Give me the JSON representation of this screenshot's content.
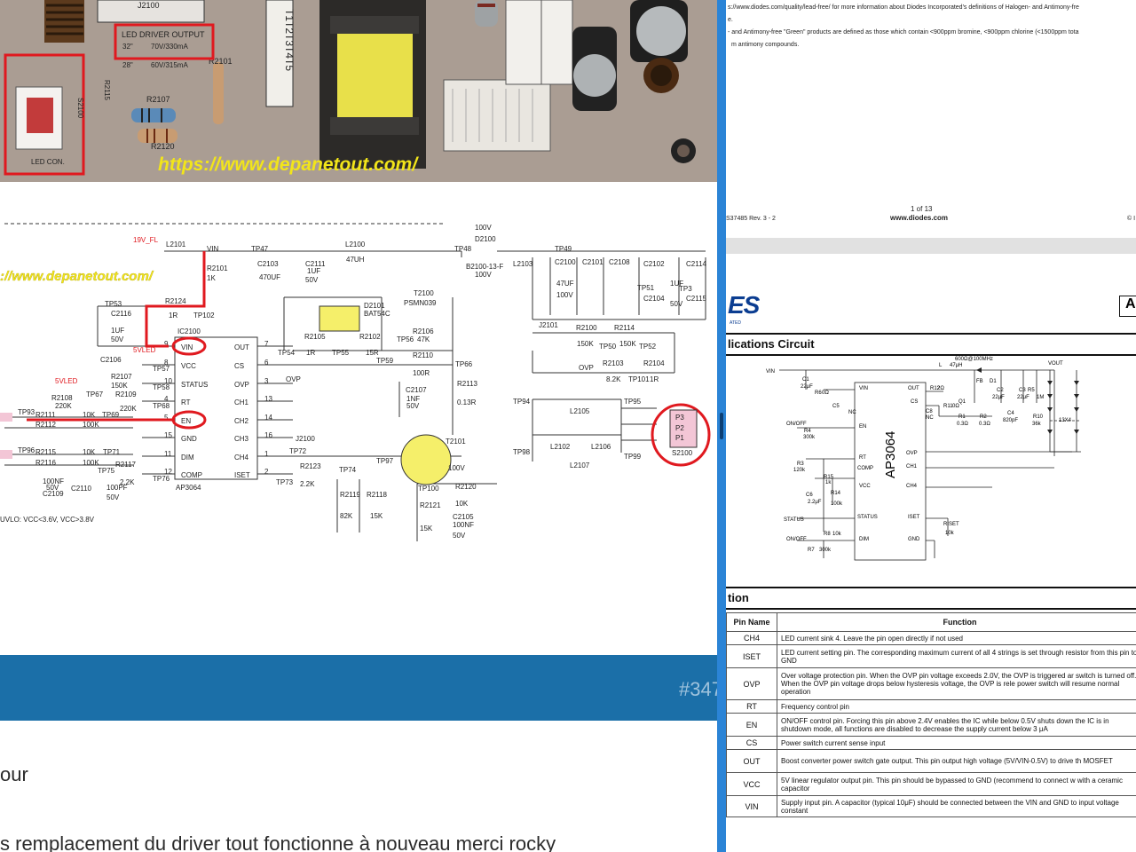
{
  "photo": {
    "labels": {
      "j2100": "J2100",
      "led_driver_output": "LED DRIVER OUTPUT",
      "row1_size": "32\"",
      "row1_val": "70V/330mA",
      "row2_size": "28\"",
      "row2_val": "60V/315mA",
      "led_con": "LED CON.",
      "s2100": "S2100",
      "r2107": "R2107",
      "r2120": "R2120",
      "r2101": "R2101",
      "r2115": "R2115",
      "t_labels": "T1T2T3T4T5",
      "watermark": "https://www.depanetout.com/"
    }
  },
  "schematic": {
    "watermark": "://www.depanetout.com/",
    "ic_name": "IC2100",
    "ic_part": "AP3064",
    "pins_left": [
      {
        "name": "VIN",
        "num": "9"
      },
      {
        "name": "VCC",
        "num": "8"
      },
      {
        "name": "STATUS",
        "num": "10"
      },
      {
        "name": "RT",
        "num": "4"
      },
      {
        "name": "EN",
        "num": "5"
      },
      {
        "name": "GND",
        "num": "15"
      },
      {
        "name": "DIM",
        "num": "11"
      },
      {
        "name": "COMP",
        "num": "12"
      }
    ],
    "pins_right": [
      {
        "name": "OUT",
        "num": "7"
      },
      {
        "name": "CS",
        "num": "6"
      },
      {
        "name": "OVP",
        "num": "3"
      },
      {
        "name": "CH1",
        "num": "13"
      },
      {
        "name": "CH2",
        "num": "14"
      },
      {
        "name": "CH3",
        "num": "16"
      },
      {
        "name": "CH4",
        "num": "1"
      },
      {
        "name": "ISET",
        "num": "2"
      }
    ],
    "labels": {
      "v19": "19V_FL",
      "l2101": "L2101",
      "vin": "VIN",
      "tp47": "TP47",
      "c2103": "C2103",
      "c2103v": "470UF",
      "c2111": "C2111",
      "c2111v": "1UF",
      "c2111v2": "50V",
      "l2100": "L2100",
      "l2100v": "47UH",
      "tp48": "TP48",
      "d2100": "D2100",
      "b2100": "B2100-13-F",
      "v100": "100V",
      "l2103": "L2103",
      "tp49": "TP49",
      "r2101": "R2101",
      "r2101v": "1K",
      "r2124": "R2124",
      "r2124v": "1R",
      "tp102": "TP102",
      "tp53": "TP53",
      "c2116": "C2116",
      "c2116v": "1UF",
      "c2116v2": "50V",
      "led5": "5VLED",
      "led5b": "5VLED",
      "c2106": "C2106",
      "r2107": "R2107",
      "r2107v": "150K",
      "tp57": "TP57",
      "tp58": "TP58",
      "r2108": "R2108",
      "r2108v": "220K",
      "tp67": "TP67",
      "r2109": "R2109",
      "r2109v": "220K",
      "tp68": "TP68",
      "tp93": "TP93",
      "r2111": "R2111",
      "r2111v": "10K",
      "tp69": "TP69",
      "r2112": "R2112",
      "r2112v": "100K",
      "tp96": "TP96",
      "r2115": "R2115",
      "r2115v": "10K",
      "tp71": "TP71",
      "r2116": "R2116",
      "r2116v": "100K",
      "tp75": "TP75",
      "r2117": "R2117",
      "r2117v": "2.2K",
      "tp76": "TP76",
      "c2109": "C2109",
      "c2109v": "100NF",
      "c2109v2": "50V",
      "c2110": "C2110",
      "c2110v": "100PF",
      "c2110v2": "50V",
      "uvlo": "UVLO: VCC<3.6V, VCC>3.8V",
      "d2101": "D2101",
      "bat54c": "BAT54C",
      "r2105": "R2105",
      "r2105v": "1R",
      "tp54": "TP54",
      "tp55": "TP55",
      "r2102": "R2102",
      "r2102v": "15R",
      "tp56": "TP56",
      "r2106": "R2106",
      "r2106v": "47K",
      "tp59": "TP59",
      "r2110": "R2110",
      "r2110v": "100R",
      "tp66": "TP66",
      "r2113": "R2113",
      "r2113v": "0.13R",
      "c2107": "C2107",
      "c2107v": "1NF",
      "c2107v2": "50V",
      "ovp": "OVP",
      "t2100": "T2100",
      "psmn": "PSMN039",
      "j2100": "J2100",
      "tp72": "TP72",
      "tp97": "TP97",
      "r2123": "R2123",
      "r2123v": "2.2K",
      "tp73": "TP73",
      "tp74": "TP74",
      "r2119": "R2119",
      "r2119v": "82K",
      "r2118": "R2118",
      "r2118v": "15K",
      "t2101": "T2101",
      "t2101v": "100V",
      "tp100": "TP100",
      "r2120": "R2120",
      "r2120v": "10K",
      "r2121": "R2121",
      "r2121v": "15K",
      "c2105": "C2105",
      "c2105v": "100NF",
      "c2105v2": "50V",
      "c2100": "C2100",
      "c2101": "C2101",
      "c2108": "C2108",
      "cap47": "47UF",
      "c2102": "C2102",
      "c2114": "C2114",
      "c2104": "C2104",
      "c2115": "C2115",
      "tp51": "TP51",
      "tp3": "TP3",
      "j2101": "J2101",
      "r2100": "R2100",
      "r2100v": "150K",
      "tp50": "TP50",
      "r2114": "R2114",
      "r2114v": "150K",
      "tp52": "TP52",
      "r2103": "R2103",
      "r2103v": "8.2K",
      "tp101": "TP101",
      "r2104": "R2104",
      "r2104v": "1R",
      "tp94": "TP94",
      "l2105": "L2105",
      "tp95": "TP95",
      "tp98": "TP98",
      "l2102": "L2102",
      "l2106": "L2106",
      "tp99": "TP99",
      "l2107": "L2107",
      "p3": "P3",
      "p2": "P2",
      "p1": "P1",
      "s2100": "S2100",
      "pin10": "10",
      "pin13": "13",
      "pin14": "14",
      "pin16": "16",
      "pin1": "1",
      "pin2": "2",
      "d2100v": "100V",
      "n1uf": "1UF",
      "n50v": "50V",
      "n100v": "100V"
    }
  },
  "banner": {
    "number": "#347"
  },
  "comment": {
    "line1": "our",
    "line2": "s remplacement du driver tout fonctionne à nouveau merci rocky"
  },
  "pdf": {
    "header_line1": "s://www.diodes.com/quality/lead-free/ for more information about Diodes Incorporated's definitions of Halogen- and Antimony-fre",
    "header_line2": "e.",
    "header_line3": "- and Antimony-free \"Green\" products are defined as those which contain <900ppm bromine, <900ppm chlorine (<1500ppm tota",
    "header_line4": "m antimony compounds.",
    "page_number": "1 of 13",
    "website": "www.diodes.com",
    "doc_id": "S37485  Rev. 3 - 2",
    "copyright_glyph": "© I",
    "logo": "ES",
    "logo_sub": "ATED",
    "corner_letter": "A",
    "section_app": "lications Circuit",
    "section_func": "tion",
    "table_headers": {
      "pin": "Pin Name",
      "func": "Function"
    },
    "pins": [
      {
        "name": "CH4",
        "func": "LED current sink 4. Leave the pin open directly if not used"
      },
      {
        "name": "ISET",
        "func": "LED current setting pin. The corresponding maximum current of all 4 strings is set through resistor from this pin to GND"
      },
      {
        "name": "OVP",
        "func": "Over voltage protection pin. When the OVP pin voltage exceeds 2.0V, the OVP is triggered ar switch is turned off. When the OVP pin voltage drops below hysteresis voltage, the OVP is rele power switch will resume normal operation"
      },
      {
        "name": "RT",
        "func": "Frequency control pin"
      },
      {
        "name": "EN",
        "func": "ON/OFF control pin. Forcing this pin above 2.4V enables the IC while below 0.5V shuts down the IC is in shutdown mode, all functions are disabled to decrease the supply current below 3 μA"
      },
      {
        "name": "CS",
        "func": "Power switch current sense input"
      },
      {
        "name": "OUT",
        "func": "Boost converter power switch gate output. This pin output high voltage (5V/VIN-0.5V) to drive th MOSFET"
      },
      {
        "name": "VCC",
        "func": "5V linear regulator output pin. This pin should be bypassed to GND (recommend to connect w with a ceramic capacitor"
      },
      {
        "name": "VIN",
        "func": "Supply input pin. A capacitor (typical 10μF) should be connected between the VIN and GND to input voltage constant"
      }
    ],
    "app": {
      "ic": "AP3064",
      "vin": "VIN",
      "vout": "VOUT",
      "l": "L",
      "l_val": "47μH",
      "fb": "600Ω@100MHz",
      "fb2": "FB",
      "d1": "D1",
      "q1": "Q1",
      "c1": "C1",
      "c1v": "22μF",
      "r6": "R6",
      "r6v": "0Ω",
      "c5": "C5",
      "nc": "NC",
      "onoff": "ON/OFF",
      "r4": "R4",
      "r4v": "300k",
      "r3": "R3",
      "r3v": "120k",
      "r15": "R15",
      "r15v": "1k",
      "c6": "C6",
      "c6v": "2.2μF",
      "r14": "R14",
      "r14v": "100k",
      "status": "STATUS",
      "r8": "R8",
      "r8v": "10k",
      "r7": "R7",
      "r7v": "300k",
      "c2": "C2",
      "c2v": "22μF",
      "c3": "C3",
      "c3v": "22μF",
      "r5": "R5",
      "r5v": "1M",
      "c4": "C4",
      "c4v": "820pF",
      "r12": "R12",
      "r12v": "2Ω",
      "r11": "R11",
      "r11v": "0Ω",
      "r1": "R1",
      "r1v": "0.3Ω",
      "r2": "R2",
      "r2v": "0.3Ω",
      "nc2": "NC",
      "c8": "C8",
      "r10": "R10",
      "r10v": "36k",
      "riset": "RISET",
      "risetv": "10k",
      "x4": "13X4",
      "p_vin": "VIN",
      "p_out": "OUT",
      "p_cs": "CS",
      "p_en": "EN",
      "p_ovp": "OVP",
      "p_ch1": "CH1",
      "p_ch4": "CH4",
      "p_rt": "RT",
      "p_comp": "COMP",
      "p_vcc": "VCC",
      "p_status": "STATUS",
      "p_iset": "ISET",
      "p_dim": "DIM",
      "p_gnd": "GND"
    }
  },
  "colors": {
    "banner": "#1b6fa8",
    "divider": "#2b84d6",
    "red_mark": "#e0191f",
    "watermark_yellow": "#f2e51a"
  }
}
